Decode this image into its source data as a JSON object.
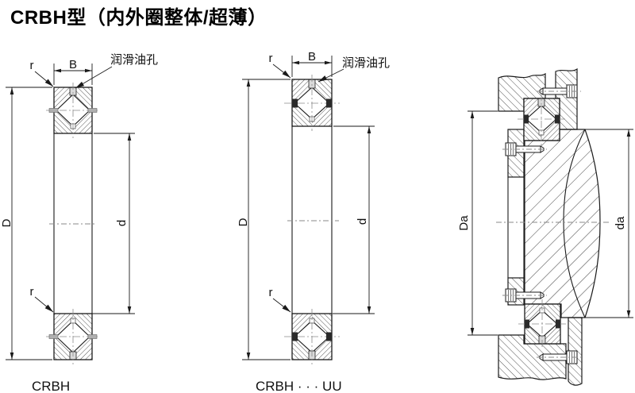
{
  "title": "CRBH型（内外圈整体/超薄）",
  "colors": {
    "line": "#1a1a1a",
    "centerline": "#8a8a8a",
    "seal": "#2a2a2a",
    "background": "#ffffff"
  },
  "figures": {
    "crbh": {
      "caption": "CRBH",
      "dim_width": "B",
      "dim_outer_diameter": "D",
      "dim_bore_diameter": "d",
      "corner_radius_top": "r",
      "corner_radius_bottom": "r",
      "oil_hole_label": "润滑油孔"
    },
    "crbh_uu": {
      "caption": "CRBH · · · UU",
      "dim_width": "B",
      "dim_outer_diameter": "D",
      "dim_bore_diameter": "d",
      "corner_radius_top": "r",
      "corner_radius_bottom": "r",
      "oil_hole_label": "润滑油孔"
    },
    "mounting": {
      "dim_housing_abutment": "Da",
      "dim_shaft_abutment": "da"
    }
  }
}
